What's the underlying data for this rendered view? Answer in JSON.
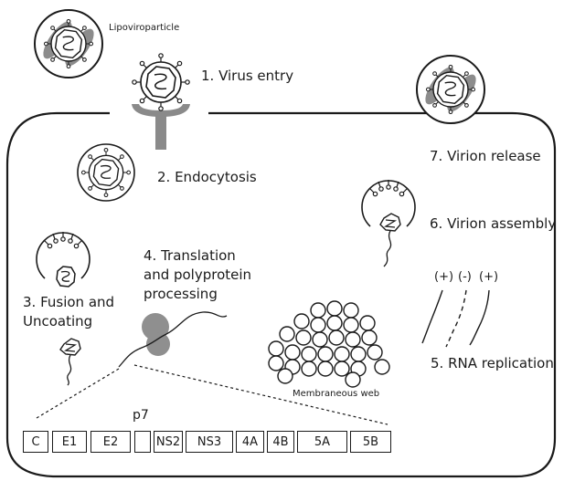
{
  "labels": {
    "lipoviroparticle": "Lipoviroparticle",
    "virus_entry": "1. Virus entry",
    "endocytosis": "2. Endocytosis",
    "fusion_line1": "3. Fusion and",
    "fusion_line2": "Uncoating",
    "translation_line1": "4. Translation",
    "translation_line2": "and polyprotein",
    "translation_line3": "processing",
    "rna_replication": "5. RNA replication",
    "virion_assembly": "6. Virion assembly",
    "virion_release": "7. Virion release",
    "membraneous_web": "Membraneous web",
    "strand_plus_1": "(+)",
    "strand_minus": "(-)",
    "strand_plus_2": "(+)"
  },
  "genome": {
    "p7_label": "p7",
    "segments": [
      "C",
      "E1",
      "E2",
      "",
      "NS2",
      "NS3",
      "4A",
      "4B",
      "5A",
      "5B"
    ]
  },
  "colors": {
    "outline": "#1a1a1a",
    "lipid_gray": "#8c8c8c",
    "receptor_gray": "#8a8a8a",
    "ribosome_gray": "#8f8f8f"
  }
}
